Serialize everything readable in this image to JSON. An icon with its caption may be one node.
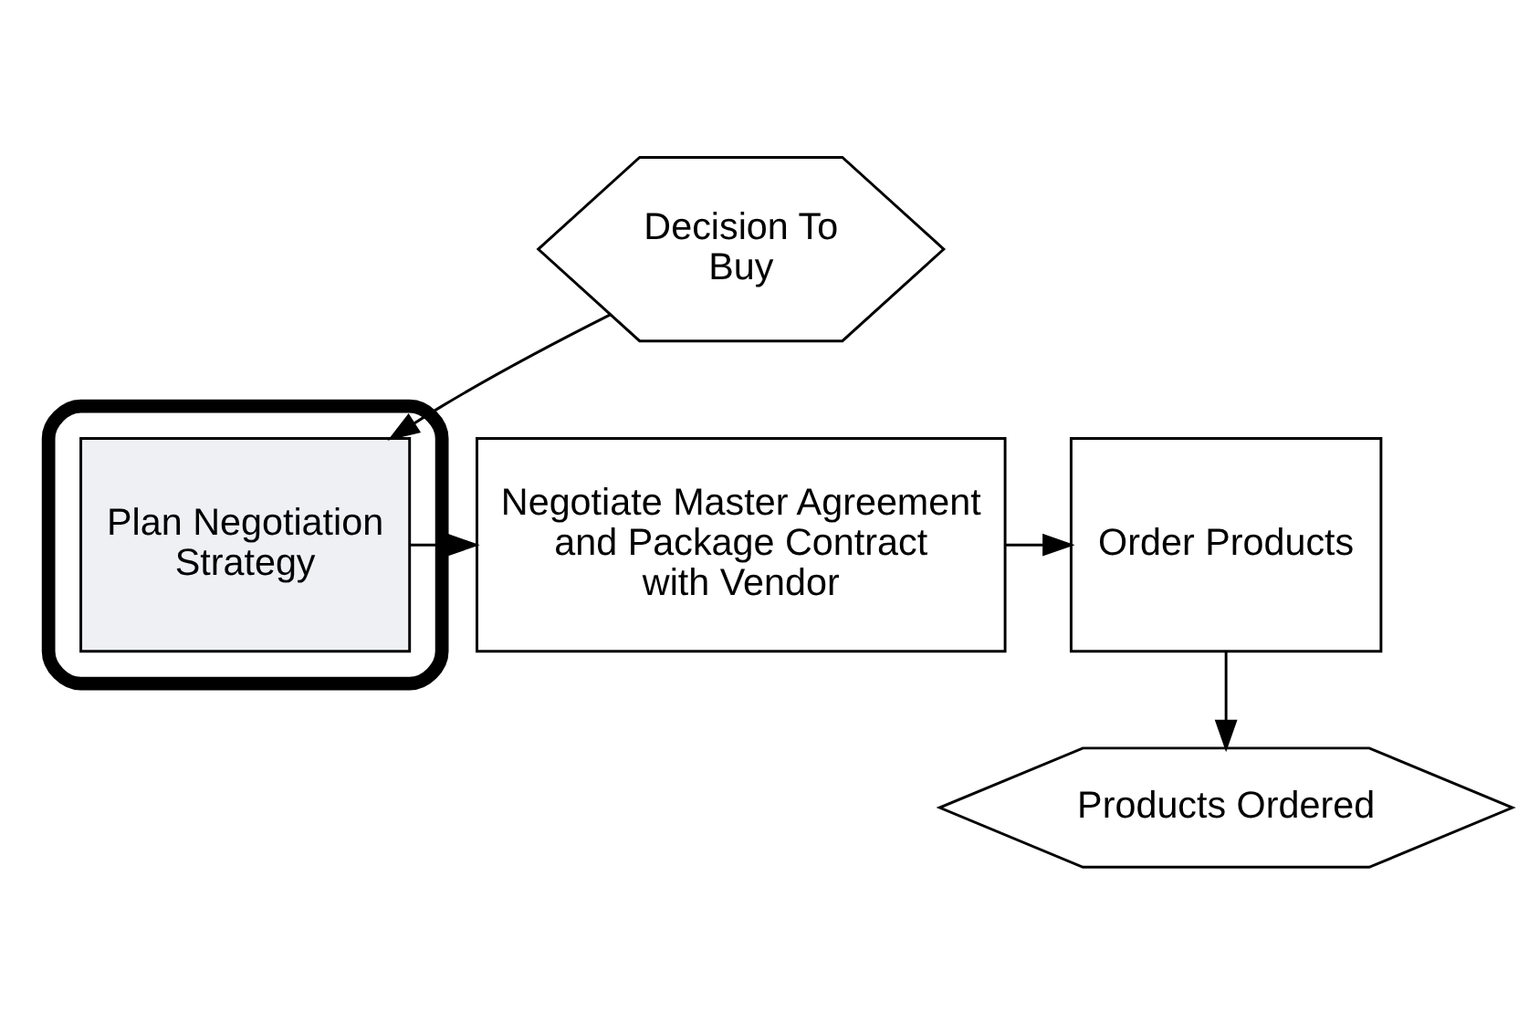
{
  "diagram": {
    "nodes": [
      {
        "text": [
          "Decision To Buy"
        ]
      },
      {
        "text": [],
        "shape": "box"
      },
      {
        "text": [
          "Plan Negotiation Strategy"
        ],
        "in": 1
      },
      {
        "text": [
          "Negotiate Master Agreement and Package Contract with Vendor"
        ]
      },
      {
        "text": [
          "Order Products"
        ]
      },
      {
        "text": [
          "Products Ordered"
        ]
      }
    ],
    "edges": [
      {
        "from": 0,
        "to": 2,
        "arrow": "to"
      },
      {
        "from": 2,
        "to": 3,
        "arrow": "to"
      },
      {
        "from": 3,
        "to": 4,
        "arrow": "to"
      },
      {
        "from": 4,
        "to": 5,
        "arrow": "to"
      }
    ]
  }
}
